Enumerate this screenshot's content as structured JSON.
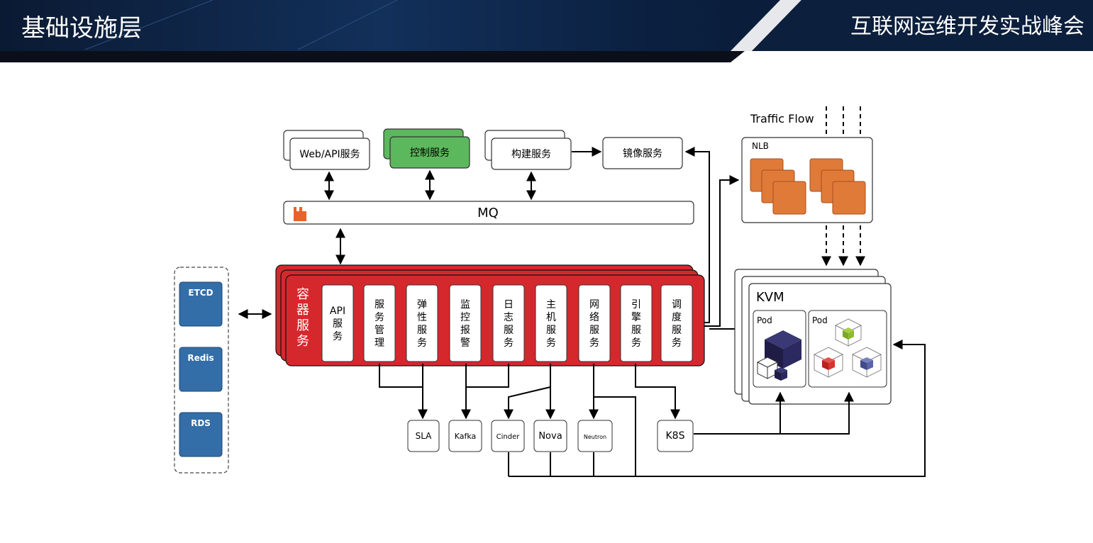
{
  "header": {
    "title": "基础设施层",
    "event": "互联网运维开发实战峰会"
  },
  "top_services": [
    "Web/API服务",
    "控制服务",
    "构建服务",
    "镜像服务"
  ],
  "mq": {
    "label": "MQ"
  },
  "storage": [
    "ETCD",
    "Redis",
    "RDS"
  ],
  "container": {
    "label": [
      "容",
      "器",
      "服",
      "务"
    ],
    "modules": [
      [
        "API",
        "服",
        "务"
      ],
      [
        "服",
        "务",
        "管",
        "理"
      ],
      [
        "弹",
        "性",
        "服",
        "务"
      ],
      [
        "监",
        "控",
        "报",
        "警"
      ],
      [
        "日",
        "志",
        "服",
        "务"
      ],
      [
        "主",
        "机",
        "服",
        "务"
      ],
      [
        "网",
        "络",
        "服",
        "务"
      ],
      [
        "引",
        "擎",
        "服",
        "务"
      ],
      [
        "调",
        "度",
        "服",
        "务"
      ]
    ]
  },
  "backends": [
    "SLA",
    "Kafka",
    "Cinder",
    "Nova",
    "Neutron",
    "K8S"
  ],
  "traffic": {
    "label": "Traffic Flow",
    "nlb": "NLB"
  },
  "kvm": {
    "label": "KVM",
    "pods": [
      "Pod",
      "Pod"
    ]
  },
  "colors": {
    "container_red": "#d5282d",
    "green_box": "#5cb85c",
    "storage_blue": "#336ea9",
    "nlb_orange": "#e07a38",
    "cube_navy": "#262452",
    "cube_green": "#8dbb2e",
    "cube_red": "#d6342f",
    "cube_blue": "#5a64a6"
  }
}
